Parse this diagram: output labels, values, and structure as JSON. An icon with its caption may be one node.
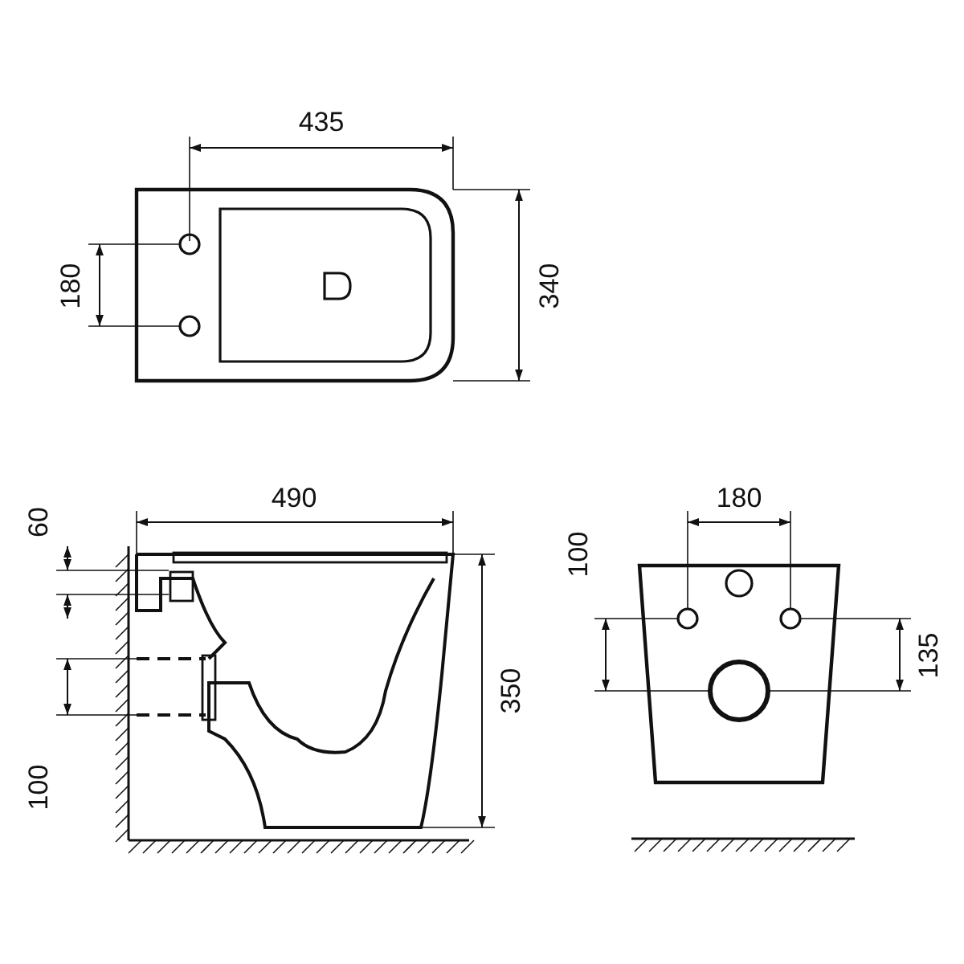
{
  "diagram": {
    "labels": [
      "435",
      "180",
      "340",
      "60",
      "490",
      "180",
      "100",
      "350",
      "135",
      "100"
    ]
  }
}
